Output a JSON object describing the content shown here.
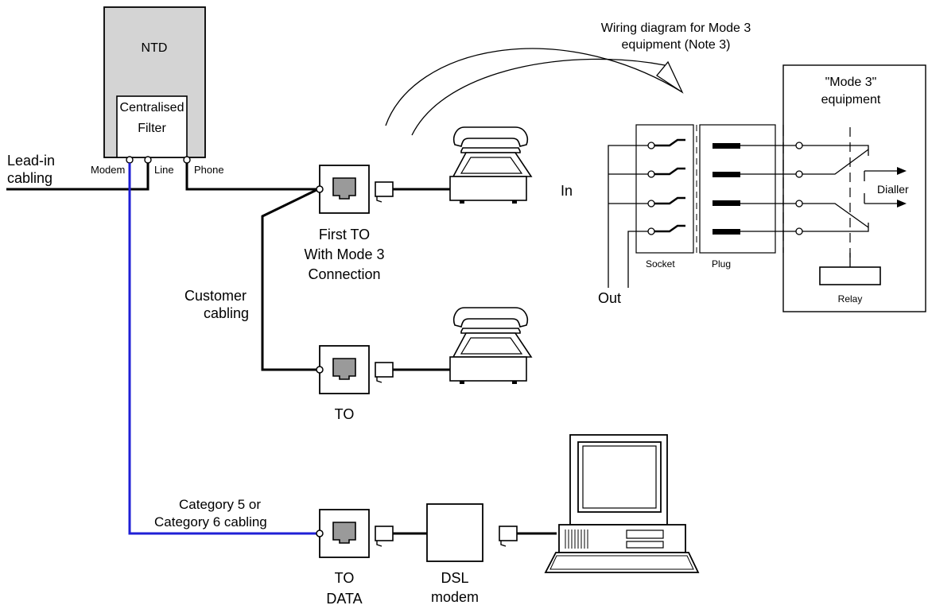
{
  "ntd": {
    "title": "NTD",
    "filter_line1": "Centralised",
    "filter_line2": "Filter",
    "port_modem": "Modem",
    "port_line": "Line",
    "port_phone": "Phone"
  },
  "lead_in": {
    "line1": "Lead-in",
    "line2": "cabling"
  },
  "first_to": {
    "line1": "First TO",
    "line2": "With Mode 3",
    "line3": "Connection"
  },
  "customer_cabling": {
    "line1": "Customer",
    "line2": "cabling"
  },
  "second_to": {
    "label": "TO"
  },
  "category_cabling": {
    "line1": "Category 5 or",
    "line2": "Category 6 cabling"
  },
  "data_to": {
    "line1": "TO",
    "line2": "DATA"
  },
  "dsl_modem": {
    "line1": "DSL",
    "line2": "modem"
  },
  "wiring": {
    "title_line1": "Wiring diagram for Mode 3",
    "title_line2": "equipment (Note 3)",
    "equipment_line1": "\"Mode 3\"",
    "equipment_line2": "equipment",
    "in_label": "In",
    "out_label": "Out",
    "socket_label": "Socket",
    "plug_label": "Plug",
    "dialler_label": "Dialler",
    "relay_label": "Relay"
  },
  "colors": {
    "ntd_fill": "#d4d4d4",
    "data_cable": "#1f1fd6",
    "line": "#000000"
  }
}
